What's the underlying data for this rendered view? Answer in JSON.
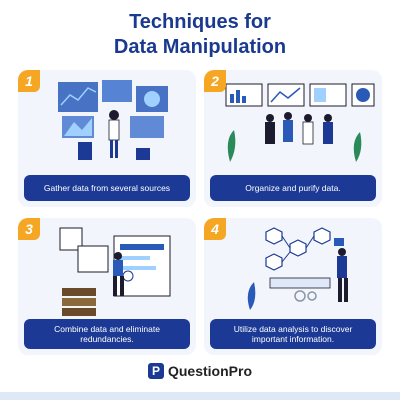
{
  "title_line1": "Techniques for",
  "title_line2": "Data Manipulation",
  "cards": [
    {
      "number": "1",
      "caption": "Gather data from several sources"
    },
    {
      "number": "2",
      "caption": "Organize and purify data."
    },
    {
      "number": "3",
      "caption": "Combine data and eliminate redundancies."
    },
    {
      "number": "4",
      "caption": "Utilize data analysis to discover important information."
    }
  ],
  "brand": {
    "mark": "P",
    "name": "QuestionPro"
  },
  "colors": {
    "title": "#1a3a8f",
    "banner": "#1c3a95",
    "badge": "#f5a623",
    "card_bg": "#f2f5fb"
  }
}
